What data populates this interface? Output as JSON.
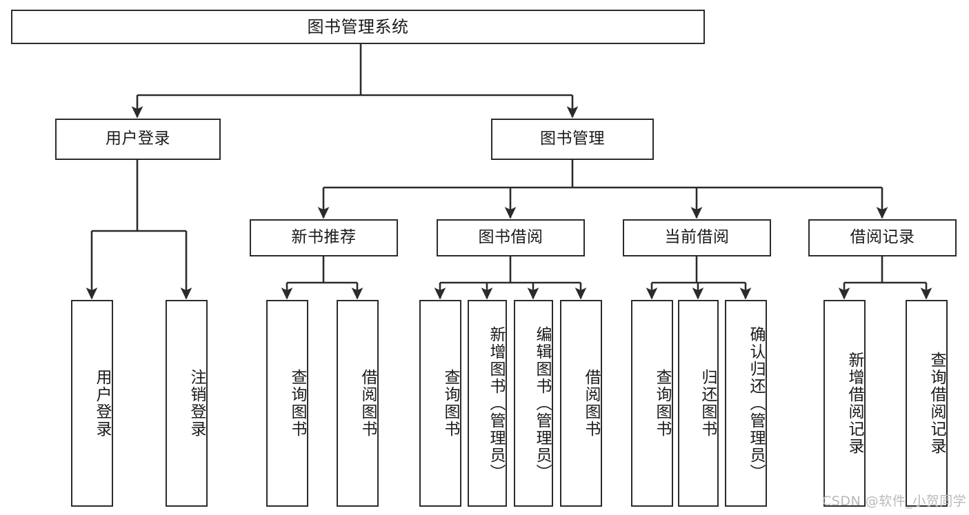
{
  "diagram": {
    "title": "图书管理系统",
    "type": "功能结构图",
    "line_color": "#2b2b2b",
    "box_fill": "#ffffff",
    "text_color": "#1a1a1a"
  },
  "root": {
    "label": "图书管理系统"
  },
  "level1": [
    {
      "id": "user-login",
      "label": "用户登录"
    },
    {
      "id": "book-management",
      "label": "图书管理"
    }
  ],
  "level2": [
    {
      "id": "new-book-recommend",
      "label": "新书推荐"
    },
    {
      "id": "book-borrow",
      "label": "图书借阅"
    },
    {
      "id": "current-borrow",
      "label": "当前借阅"
    },
    {
      "id": "borrow-record",
      "label": "借阅记录"
    }
  ],
  "leaves": {
    "user_login": [
      {
        "id": "leaf-user-login",
        "label": "用户登录"
      },
      {
        "id": "leaf-logout-login",
        "label": "注销登录"
      }
    ],
    "new_book_recommend": [
      {
        "id": "leaf-query-book-1",
        "label": "查询图书"
      },
      {
        "id": "leaf-borrow-book-1",
        "label": "借阅图书"
      }
    ],
    "book_borrow": [
      {
        "id": "leaf-query-book-2",
        "label": "查询图书"
      },
      {
        "id": "leaf-add-book",
        "label": "新增图书（管理员）"
      },
      {
        "id": "leaf-edit-book",
        "label": "编辑图书（管理员）"
      },
      {
        "id": "leaf-borrow-book-2",
        "label": "借阅图书"
      }
    ],
    "current_borrow": [
      {
        "id": "leaf-query-book-3",
        "label": "查询图书"
      },
      {
        "id": "leaf-return-book",
        "label": "归还图书"
      },
      {
        "id": "leaf-confirm-return",
        "label": "确认归还（管理员）"
      }
    ],
    "borrow_record": [
      {
        "id": "leaf-add-record",
        "label": "新增借阅记录"
      },
      {
        "id": "leaf-query-record",
        "label": "查询借阅记录"
      }
    ]
  },
  "watermark": {
    "text": "CSDN @软件_小贺同学"
  }
}
